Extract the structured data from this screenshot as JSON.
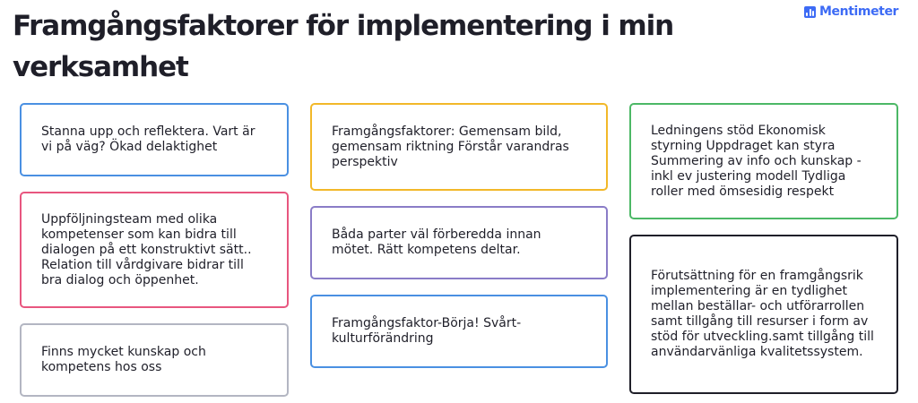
{
  "title": "Framgångsfaktorer för implementering i min verksamhet",
  "brand": {
    "name": "Mentimeter",
    "icon": "bar-chart-icon",
    "color": "#3d6bf5"
  },
  "cards": [
    {
      "text": "Stanna upp och reflektera. Vart är vi på väg? Ökad delaktighet",
      "color": "#4a90e2"
    },
    {
      "text": "Uppföljningsteam med olika kompetenser som kan bidra till dialogen på ett konstruktivt sätt.. Relation till vårdgivare bidrar till bra dialog och öppenhet.",
      "color": "#e8567f"
    },
    {
      "text": "Finns mycket kunskap och kompetens hos oss",
      "color": "#b3b6c2"
    },
    {
      "text": "Framgångsfaktorer: Gemensam bild, gemensam riktning Förstår varandras perspektiv",
      "color": "#f2b829"
    },
    {
      "text": "Båda parter väl förberedda innan mötet. Rätt kompetens deltar.",
      "color": "#8a7cc7"
    },
    {
      "text": "Framgångsfaktor-Börja! Svårt-kulturförändring",
      "color": "#4a90e2"
    },
    {
      "text": "Ledningens stöd Ekonomisk styrning Uppdraget kan styra Summering av info och kunskap - inkl ev justering modell Tydliga roller med ömsesidig respekt",
      "color": "#4cb866"
    },
    {
      "text": "Förutsättning för en framgångsrik implementering är en tydlighet mellan beställar- och utförarrollen samt tillgång till resurser i form av stöd för utveckling.samt tillgång till användarvänliga kvalitetssystem.",
      "color": "#1f1f29"
    }
  ]
}
